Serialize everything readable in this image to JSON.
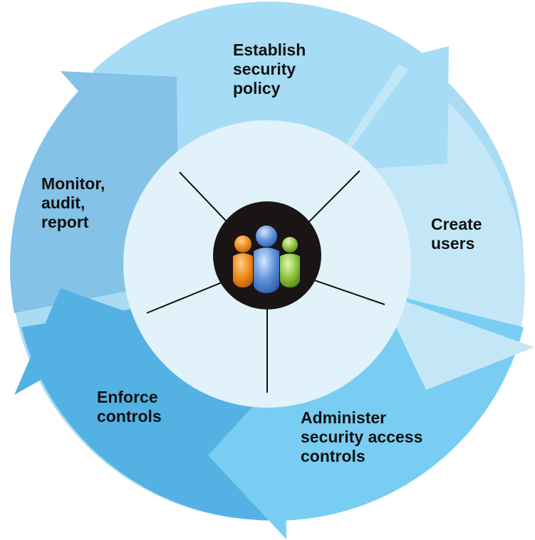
{
  "diagram": {
    "stages": [
      {
        "id": "establish",
        "lines": [
          "Establish",
          "security",
          "policy"
        ]
      },
      {
        "id": "create",
        "lines": [
          "Create",
          "users"
        ]
      },
      {
        "id": "administer",
        "lines": [
          "Administer",
          "security access",
          "controls"
        ]
      },
      {
        "id": "enforce",
        "lines": [
          "Enforce",
          "controls"
        ]
      },
      {
        "id": "monitor",
        "lines": [
          "Monitor,",
          "audit,",
          "report"
        ]
      }
    ],
    "center_icon": "people-group-icon",
    "colors": {
      "segment_establish": "#a6dcf6",
      "segment_create": "#c4e7f8",
      "segment_administer": "#79cdf2",
      "segment_enforce": "#54b1e3",
      "segment_monitor": "#84c2e7",
      "inner_disc": "#e1f2fa",
      "hub": "#1b1414",
      "person_orange": "#f08a1c",
      "person_blue": "#5b8fd6",
      "person_green": "#8bc43f"
    }
  }
}
